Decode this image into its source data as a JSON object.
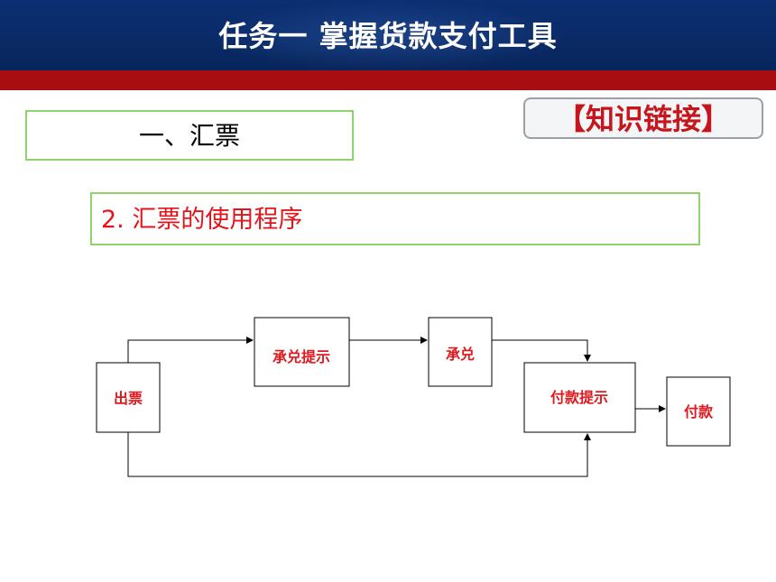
{
  "header": {
    "title": "任务一  掌握货款支付工具"
  },
  "section": {
    "label": "一、汇票"
  },
  "tag": {
    "label": "【知识链接】"
  },
  "subsection": {
    "label": "2. 汇票的使用程序"
  },
  "diagram": {
    "nodes": {
      "issue": "出票",
      "acceptance_presentment": "承兑提示",
      "acceptance": "承兑",
      "payment_presentment": "付款提示",
      "payment": "付款"
    }
  },
  "colors": {
    "header_bg": "#0b2f72",
    "accent_red": "#a80d12",
    "box_border": "#8fd16a",
    "highlight_text": "#e5141b"
  }
}
